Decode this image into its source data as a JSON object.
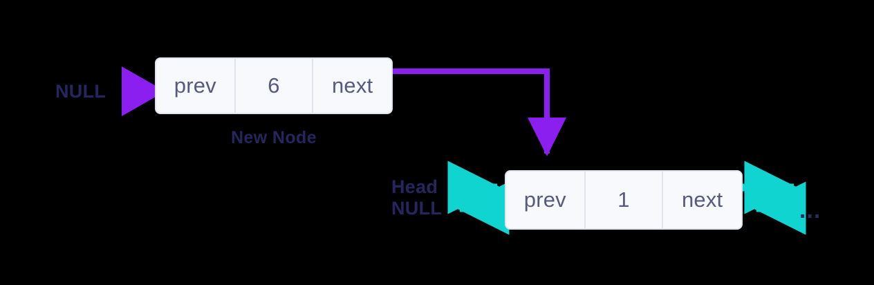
{
  "diagram": {
    "title": "Doubly linked list insertion at head",
    "background_color": "#000000",
    "colors": {
      "purple": "#8a1ff0",
      "teal": "#0fd4d0",
      "navy": "#26265e",
      "cell_text": "#565a80",
      "node_fill": "#f7f9fd",
      "node_border": "#dfe4ef"
    }
  },
  "new_node": {
    "caption": "New Node",
    "cells": [
      {
        "name": "prev",
        "text": "prev"
      },
      {
        "name": "data",
        "text": "6"
      },
      {
        "name": "next",
        "text": "next"
      }
    ],
    "prev_target_label": "NULL"
  },
  "head_node": {
    "cells": [
      {
        "name": "prev",
        "text": "prev"
      },
      {
        "name": "data",
        "text": "1"
      },
      {
        "name": "next",
        "text": "next"
      }
    ],
    "left_labels": [
      "Head",
      "NULL"
    ],
    "right_label": "..."
  }
}
